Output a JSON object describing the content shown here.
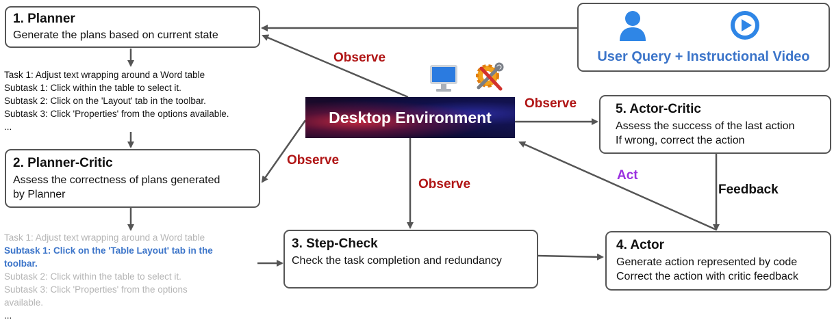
{
  "planner": {
    "title": "1. Planner",
    "desc": "Generate the plans based on current state"
  },
  "planner_critic": {
    "title": "2. Planner-Critic",
    "desc1": "Assess the correctness of plans generated",
    "desc2": "by Planner"
  },
  "step_check": {
    "title": "3. Step-Check",
    "desc": "Check the task completion and redundancy"
  },
  "actor": {
    "title": "4. Actor",
    "desc1": "Generate action represented by code",
    "desc2": "Correct the action with critic feedback"
  },
  "actor_critic": {
    "title": "5. Actor-Critic",
    "desc1": "Assess the success of the last action",
    "desc2": "If wrong, correct the action"
  },
  "desktop": {
    "label": "Desktop Environment",
    "icons": [
      "monitor-icon",
      "gear-tools-icon"
    ]
  },
  "user_query": {
    "label": "User Query + Instructional Video",
    "icons": [
      "user-icon",
      "play-icon"
    ]
  },
  "labels": {
    "observe": "Observe",
    "act": "Act",
    "feedback": "Feedback"
  },
  "plan_top": [
    "Task 1: Adjust text wrapping around a Word table",
    "Subtask 1: Click within the table to select it.",
    "Subtask 2: Click on the 'Layout' tab in the toolbar.",
    "Subtask 3: Click 'Properties' from the options available.",
    "..."
  ],
  "plan_bottom": {
    "task": "Task 1: Adjust text wrapping around a Word table",
    "highlight1": "Subtask 1: Click on the 'Table Layout' tab in the",
    "highlight2": "toolbar.",
    "sub2": "Subtask 2: Click within the table to select it.",
    "sub3a": "Subtask 3: Click 'Properties' from the options",
    "sub3b": "available.",
    "ellipsis": "..."
  },
  "colors": {
    "observe": "#b01515",
    "act": "#9b30e0",
    "highlight": "#3b74c9",
    "border": "#555555"
  }
}
